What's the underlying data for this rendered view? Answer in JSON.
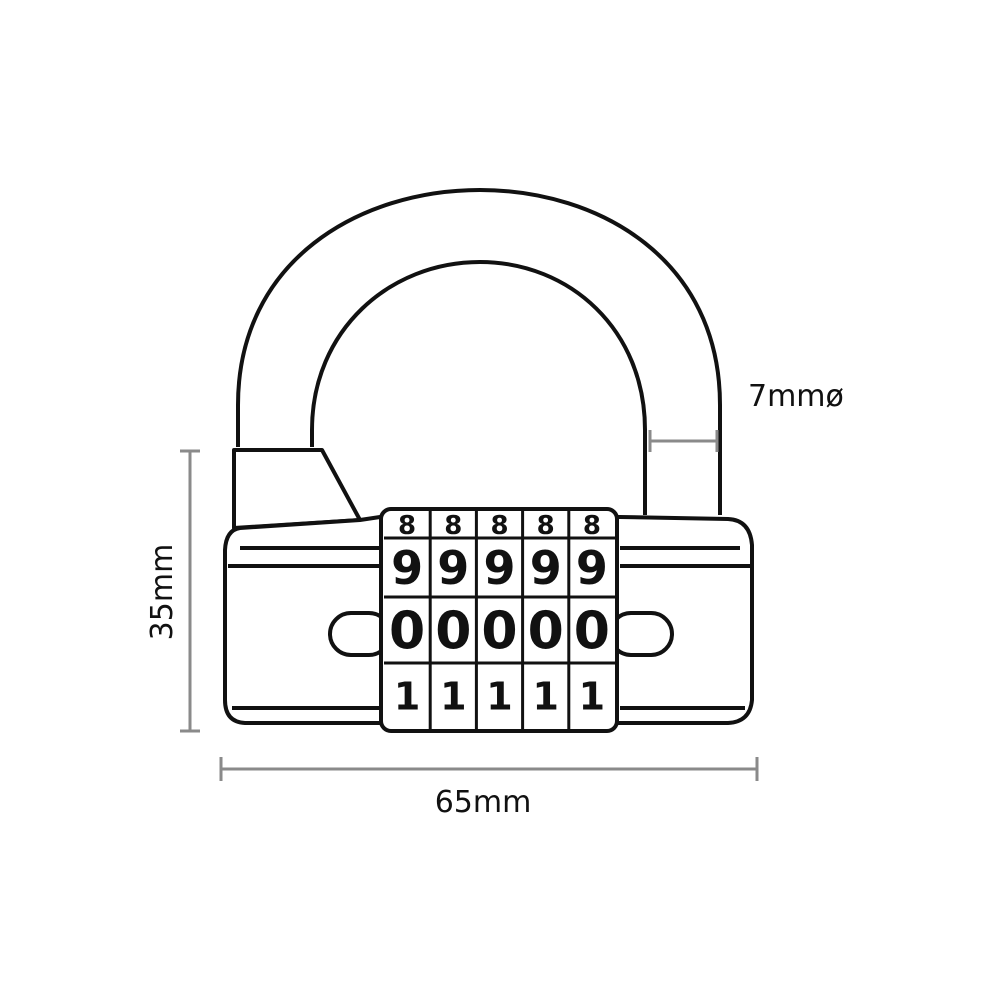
{
  "dimensions": {
    "height_label": "35mm",
    "width_label": "65mm",
    "shackle_diameter_label": "7mmø"
  },
  "dials": {
    "columns": 5,
    "rows": [
      "8",
      "9",
      "0",
      "1"
    ]
  },
  "colors": {
    "outline": "#111111",
    "dimension_line": "#8a8a8a",
    "background": "#ffffff"
  }
}
